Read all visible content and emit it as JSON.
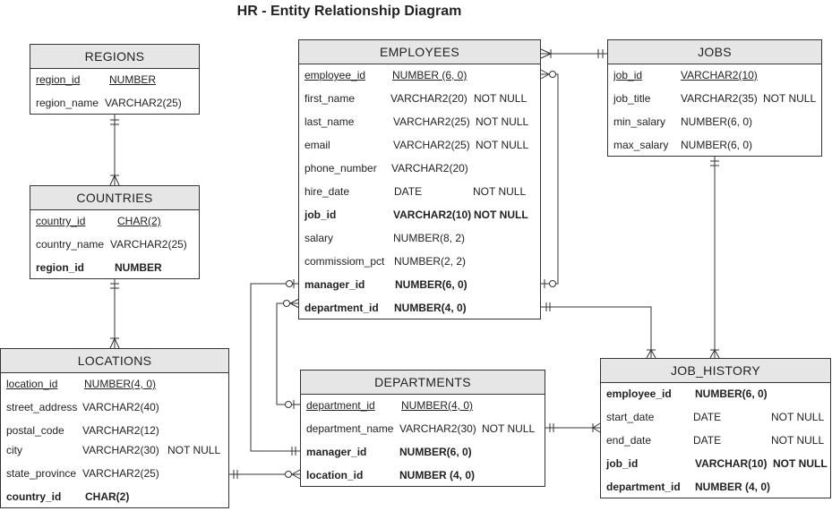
{
  "title": "HR - Entity Relationship Diagram",
  "entities": {
    "regions": {
      "name": "REGIONS",
      "columns": [
        {
          "name": "region_id",
          "type": "NUMBER",
          "cons": ""
        },
        {
          "name": "region_name",
          "type": "VARCHAR2(25)",
          "cons": ""
        }
      ]
    },
    "countries": {
      "name": "COUNTRIES",
      "columns": [
        {
          "name": "country_id",
          "type": "CHAR(2)",
          "cons": ""
        },
        {
          "name": "country_name",
          "type": "VARCHAR2(25)",
          "cons": ""
        },
        {
          "name": "region_id",
          "type": "NUMBER",
          "cons": ""
        }
      ]
    },
    "locations": {
      "name": "LOCATIONS",
      "columns": [
        {
          "name": "location_id",
          "type": "NUMBER(4, 0)",
          "cons": ""
        },
        {
          "name": "street_address",
          "type": "VARCHAR2(40)",
          "cons": ""
        },
        {
          "name": "postal_code",
          "type": "VARCHAR2(12)",
          "cons": ""
        },
        {
          "name": "city",
          "type": "VARCHAR2(30)",
          "cons": "NOT NULL"
        },
        {
          "name": "state_province",
          "type": "VARCHAR2(25)",
          "cons": ""
        },
        {
          "name": "country_id",
          "type": "CHAR(2)",
          "cons": ""
        }
      ]
    },
    "employees": {
      "name": "EMPLOYEES",
      "columns": [
        {
          "name": "employee_id",
          "type": "NUMBER (6, 0)",
          "cons": ""
        },
        {
          "name": "first_name",
          "type": "VARCHAR2(20)",
          "cons": "NOT NULL"
        },
        {
          "name": "last_name",
          "type": "VARCHAR2(25)",
          "cons": "NOT NULL"
        },
        {
          "name": "email",
          "type": "VARCHAR2(25)",
          "cons": "NOT NULL"
        },
        {
          "name": "phone_number",
          "type": "VARCHAR2(20)",
          "cons": ""
        },
        {
          "name": "hire_date",
          "type": "DATE",
          "cons": "NOT NULL"
        },
        {
          "name": "job_id",
          "type": "VARCHAR2(10)",
          "cons": "NOT NULL"
        },
        {
          "name": "salary",
          "type": "NUMBER(8, 2)",
          "cons": ""
        },
        {
          "name": "commissiom_pct",
          "type": "NUMBER(2, 2)",
          "cons": ""
        },
        {
          "name": "manager_id",
          "type": "NUMBER(6, 0)",
          "cons": ""
        },
        {
          "name": "department_id",
          "type": "NUMBER(4, 0)",
          "cons": ""
        }
      ]
    },
    "jobs": {
      "name": "JOBS",
      "columns": [
        {
          "name": "job_id",
          "type": "VARCHAR2(10)",
          "cons": ""
        },
        {
          "name": "job_title",
          "type": "VARCHAR2(35)",
          "cons": "NOT NULL"
        },
        {
          "name": "min_salary",
          "type": "NUMBER(6, 0)",
          "cons": ""
        },
        {
          "name": "max_salary",
          "type": "NUMBER(6, 0)",
          "cons": ""
        }
      ]
    },
    "departments": {
      "name": "DEPARTMENTS",
      "columns": [
        {
          "name": "department_id",
          "type": "NUMBER(4, 0)",
          "cons": ""
        },
        {
          "name": "department_name",
          "type": "VARCHAR2(30)",
          "cons": "NOT NULL"
        },
        {
          "name": "manager_id",
          "type": "NUMBER(6, 0)",
          "cons": ""
        },
        {
          "name": "location_id",
          "type": "NUMBER (4, 0)",
          "cons": ""
        }
      ]
    },
    "job_history": {
      "name": "JOB_HISTORY",
      "columns": [
        {
          "name": "employee_id",
          "type": "NUMBER(6, 0)",
          "cons": ""
        },
        {
          "name": "start_date",
          "type": "DATE",
          "cons": "NOT NULL"
        },
        {
          "name": "end_date",
          "type": "DATE",
          "cons": "NOT NULL"
        },
        {
          "name": "job_id",
          "type": "VARCHAR(10)",
          "cons": "NOT NULL"
        },
        {
          "name": "department_id",
          "type": "NUMBER (4, 0)",
          "cons": ""
        }
      ]
    }
  }
}
